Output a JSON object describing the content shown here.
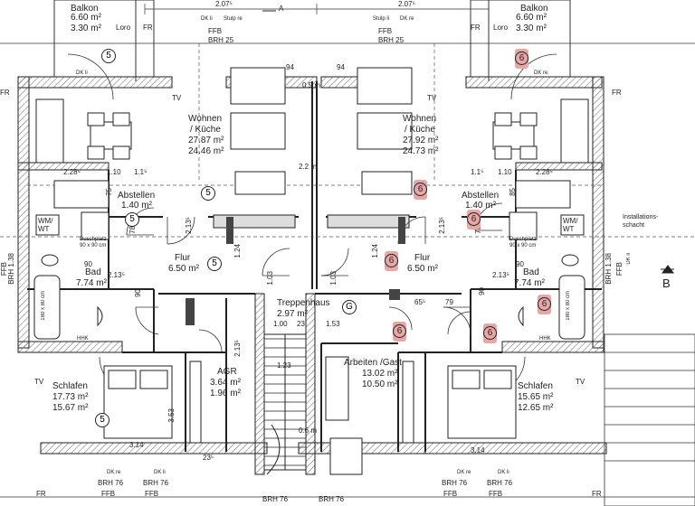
{
  "rooms": {
    "balkon_l": {
      "name": "Balkon",
      "area1": "6.60 m²",
      "area2": "3.30 m²"
    },
    "balkon_r": {
      "name": "Balkon",
      "area1": "6.60 m²",
      "area2": "3.30 m²"
    },
    "wohnen_l": {
      "name1": "Wohnen",
      "name2": "/ Küche",
      "area1": "27.87 m²",
      "area2": "24.46 m²"
    },
    "wohnen_r": {
      "name1": "Wohnen",
      "name2": "/ Küche",
      "area1": "27.92 m²",
      "area2": "24.73 m²"
    },
    "abstellen_l": {
      "name": "Abstellen",
      "area": "1.40 m²"
    },
    "abstellen_r": {
      "name": "Abstellen",
      "area": "1.40 m²"
    },
    "flur_l": {
      "name": "Flur",
      "area": "6.50 m²"
    },
    "flur_r": {
      "name": "Flur",
      "area": "6.50 m²"
    },
    "bad_l": {
      "name": "Bad",
      "area": "7.74 m²"
    },
    "bad_r": {
      "name": "Bad",
      "area": "7.74 m²"
    },
    "treppenhaus": {
      "name": "Treppenhaus",
      "area": "2.97 m²"
    },
    "arbeiten": {
      "name": "Arbeiten /Gast",
      "area1": "13.02 m²",
      "area2": "10.50 m²"
    },
    "agr": {
      "name": "AGR",
      "area1": "3.64 m²",
      "area2": "1.96 m²"
    },
    "schlafen_l": {
      "name": "Schlafen",
      "area1": "17.73 m²",
      "area2": "15.67 m²"
    },
    "schlafen_r": {
      "name": "Schlafen",
      "area1": "15.65 m²",
      "area2": "12.65 m²"
    }
  },
  "fixtures": {
    "wmwt": "WM/\nWT",
    "dusch": "Duschplatz\n90 x 90 cm",
    "wanne": "180 x 80 cm",
    "tv": "TV",
    "loro": "Loro",
    "fr": "FR",
    "ffb": "FFB",
    "brh25": "BRH 25",
    "brh76": "BRH 76",
    "brh138": "BRH 1.38",
    "dk_li": "DK li",
    "dk_re": "DK re",
    "stulp_li": "Stulp li",
    "stulp_re": "Stulp re",
    "installationsschacht": "Installations-\nschacht",
    "hhk": "HHK",
    "section_a": "A",
    "section_b": "B"
  },
  "dims": {
    "d207": "2.07⁵",
    "d228": "2.28⁵",
    "d110": "1.10",
    "d115": "1.1⁵",
    "d213": "2.13⁵",
    "d90": "90",
    "d124": "1.24",
    "d103": "1.03",
    "d100": "1.00",
    "d23": "23",
    "d153": "1.53",
    "d65": "65⁵",
    "d79": "79",
    "d314": "3.14",
    "d353": "3.53",
    "d123": "1.23",
    "d94": "94",
    "d05": "0.5 m",
    "d22": "2.2 m",
    "d06": "0.6 m",
    "d75": "75",
    "d78": "78",
    "d85": "85",
    "d115b": "1.15",
    "d23b": "23⁵"
  },
  "markers": {
    "five": "5",
    "six": "6",
    "g": "G"
  }
}
